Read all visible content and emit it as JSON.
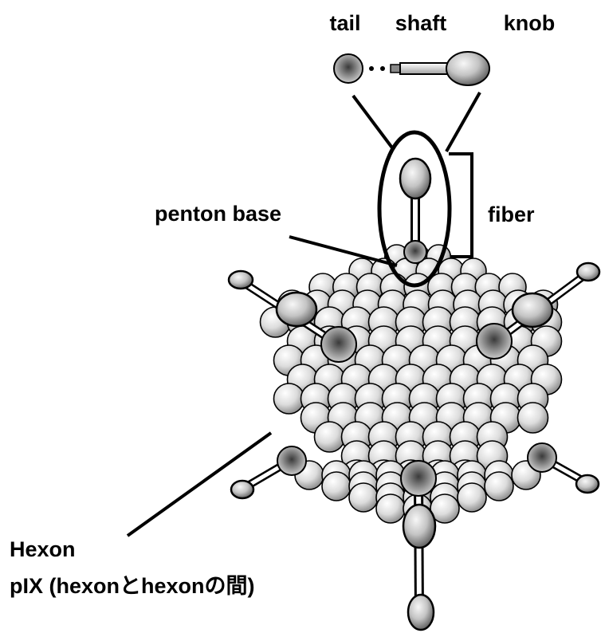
{
  "labels": {
    "tail": "tail",
    "shaft": "shaft",
    "knob": "knob",
    "penton_base": "penton base",
    "fiber": "fiber",
    "hexon": "Hexon",
    "pix": "pIX (hexonとhexonの間)"
  },
  "colors": {
    "ink": "#000000",
    "hexon_light": "#f4f4f4",
    "hexon_dark": "#8c8c8c",
    "penton_core": "#3a3a3a"
  }
}
